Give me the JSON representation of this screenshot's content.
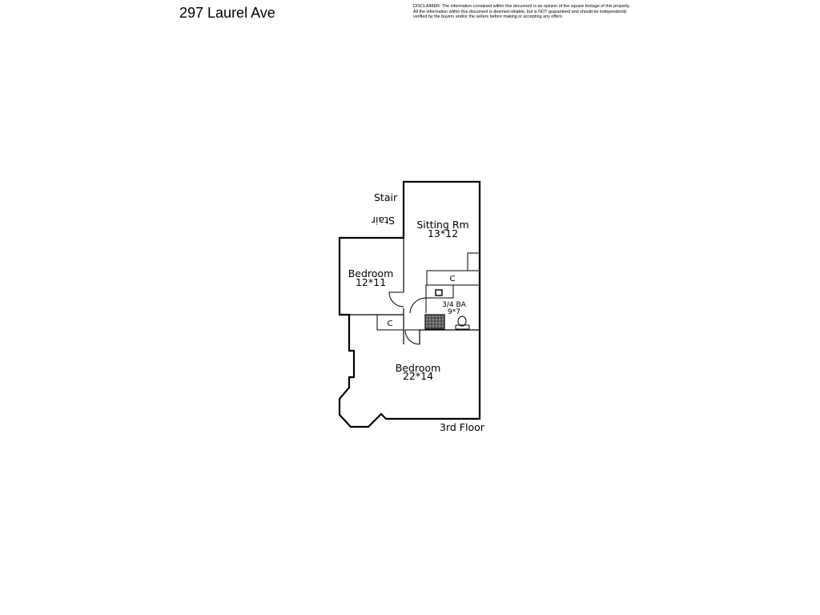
{
  "header": {
    "address": "297 Laurel Ave",
    "disclaimer_lines": [
      "DISCLAIMER: The information contained within this document is an opinion of the square footage of this property.",
      "All the information within this document is deemed reliable, but is NOT guaranteed and should be independently",
      "verified by the buyers and/or the sellers before making or accepting any offers."
    ]
  },
  "floorplan": {
    "floor_label": "3rd Floor",
    "stair_label_up": "Stair",
    "stair_label_flipped": "Stair",
    "closet_symbol": "C",
    "rooms": {
      "sitting_room": {
        "name": "Sitting Rm",
        "size": "13*12"
      },
      "bedroom_1": {
        "name": "Bedroom",
        "size": "12*11"
      },
      "bathroom": {
        "name": "3/4 BA",
        "size": "9*7"
      },
      "bedroom_2": {
        "name": "Bedroom",
        "size": "22*14"
      }
    }
  }
}
